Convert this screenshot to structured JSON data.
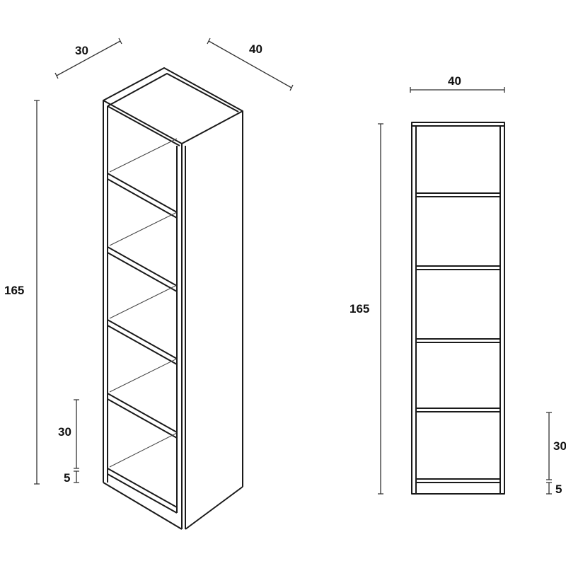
{
  "iso_view": {
    "depth": "30",
    "width": "40",
    "height": "165",
    "shelf_gap": "30",
    "plinth": "5"
  },
  "front_view": {
    "width": "40",
    "height": "165",
    "shelf_gap": "30",
    "plinth": "5"
  },
  "color": "#1a1a1a"
}
